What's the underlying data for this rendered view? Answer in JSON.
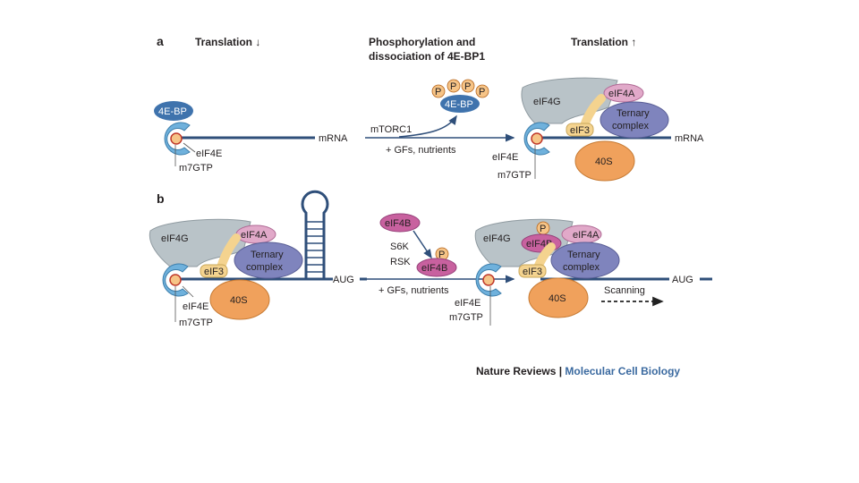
{
  "panel_a": {
    "letter": "a",
    "header_left": "Translation ↓",
    "header_mid_line1": "Phosphorylation and",
    "header_mid_line2": "dissociation of 4E-BP1",
    "header_right": "Translation ↑",
    "left": {
      "bp": "4E-BP",
      "eif4e": "eIF4E",
      "cap": "m7GTP",
      "mrna": "mRNA"
    },
    "middle": {
      "p_label": "P",
      "bp": "4E-BP",
      "signal_top": "mTORC1",
      "signal_bottom": "+ GFs, nutrients"
    },
    "right": {
      "eif4g": "eIF4G",
      "eif4a": "eIF4A",
      "ternary_1": "Ternary",
      "ternary_2": "complex",
      "eif3": "eIF3",
      "mrna": "mRNA",
      "eif4e": "eIF4E",
      "cap": "m7GTP",
      "s40": "40S"
    }
  },
  "panel_b": {
    "letter": "b",
    "left": {
      "eif4g": "eIF4G",
      "eif4a": "eIF4A",
      "ternary_1": "Ternary",
      "ternary_2": "complex",
      "eif3": "eIF3",
      "aug": "AUG",
      "eif4e": "eIF4E",
      "cap": "m7GTP",
      "s40": "40S"
    },
    "middle": {
      "eif4b_top": "eIF4B",
      "s6k": "S6K",
      "rsk": "RSK",
      "p_label": "P",
      "eif4b_bottom": "eIF4B",
      "signal": "+ GFs, nutrients"
    },
    "right": {
      "eif4g": "eIF4G",
      "p_label": "P",
      "eif4a": "eIF4A",
      "eif4b": "eIF4B",
      "ternary_1": "Ternary",
      "ternary_2": "complex",
      "eif3": "eIF3",
      "aug": "AUG",
      "eif4e": "eIF4E",
      "cap": "m7GTP",
      "s40": "40S",
      "scanning": "Scanning"
    }
  },
  "credit": {
    "journal": "Nature Reviews",
    "separator": " | ",
    "subtitle": "Molecular Cell Biology"
  },
  "colors": {
    "mrna_line": "#2f4f7a",
    "eif4e": "#6fb1dc",
    "bp": "#3f73ad",
    "eif4g": "#b9c3c8",
    "eif4a": "#e1a9c9",
    "eif4b": "#c8619f",
    "ternary": "#7f84bd",
    "eif3": "#f4d38f",
    "s40": "#f0a15c",
    "phospho": "#f6c487",
    "credit_blue": "#3b6aa0"
  }
}
